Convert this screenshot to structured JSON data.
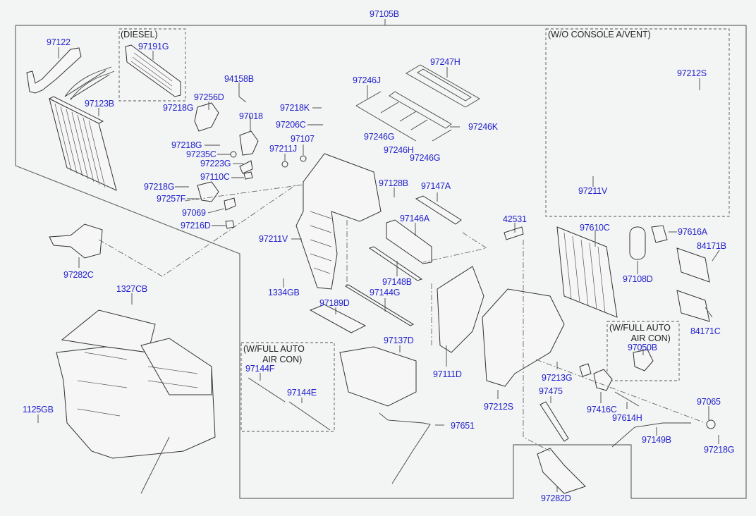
{
  "diagram": {
    "title_part": "97105B",
    "colors": {
      "background": "#f3f4f4",
      "label": "#2222cc",
      "line": "#333333"
    },
    "groups": [
      {
        "id": "diesel",
        "label": "(DIESEL)"
      },
      {
        "id": "wo-console",
        "label": "(W/O CONSOLE A/VENT)"
      },
      {
        "id": "full-auto-1",
        "label": "(W/FULL AUTO\n        AIR CON)"
      },
      {
        "id": "full-auto-2",
        "label": "(W/FULL AUTO\n         AIR CON)"
      }
    ],
    "labels": [
      {
        "part": "97105B"
      },
      {
        "part": "97122"
      },
      {
        "part": "97191G"
      },
      {
        "part": "97123B"
      },
      {
        "part": "94158B"
      },
      {
        "part": "97256D"
      },
      {
        "part": "97218G"
      },
      {
        "part": "97018"
      },
      {
        "part": "97218G"
      },
      {
        "part": "97235C"
      },
      {
        "part": "97223G"
      },
      {
        "part": "97110C"
      },
      {
        "part": "97218G"
      },
      {
        "part": "97257F"
      },
      {
        "part": "97069"
      },
      {
        "part": "97216D"
      },
      {
        "part": "97218K"
      },
      {
        "part": "97206C"
      },
      {
        "part": "97107"
      },
      {
        "part": "97211J"
      },
      {
        "part": "97246J"
      },
      {
        "part": "97247H"
      },
      {
        "part": "97246G"
      },
      {
        "part": "97246H"
      },
      {
        "part": "97246G"
      },
      {
        "part": "97246K"
      },
      {
        "part": "97212S"
      },
      {
        "part": "97211V"
      },
      {
        "part": "97128B"
      },
      {
        "part": "97147A"
      },
      {
        "part": "97146A"
      },
      {
        "part": "97211V"
      },
      {
        "part": "1334GB"
      },
      {
        "part": "97148B"
      },
      {
        "part": "97144G"
      },
      {
        "part": "97189D"
      },
      {
        "part": "42531"
      },
      {
        "part": "97610C"
      },
      {
        "part": "97616A"
      },
      {
        "part": "84171B"
      },
      {
        "part": "97108D"
      },
      {
        "part": "84171C"
      },
      {
        "part": "97050B"
      },
      {
        "part": "97282C"
      },
      {
        "part": "1327CB"
      },
      {
        "part": "1125GB"
      },
      {
        "part": "97137D"
      },
      {
        "part": "97111D"
      },
      {
        "part": "97144F"
      },
      {
        "part": "97144E"
      },
      {
        "part": "97651"
      },
      {
        "part": "97213G"
      },
      {
        "part": "97475"
      },
      {
        "part": "97212S"
      },
      {
        "part": "97416C"
      },
      {
        "part": "97614H"
      },
      {
        "part": "97065"
      },
      {
        "part": "97149B"
      },
      {
        "part": "97218G"
      },
      {
        "part": "97282D"
      }
    ]
  }
}
